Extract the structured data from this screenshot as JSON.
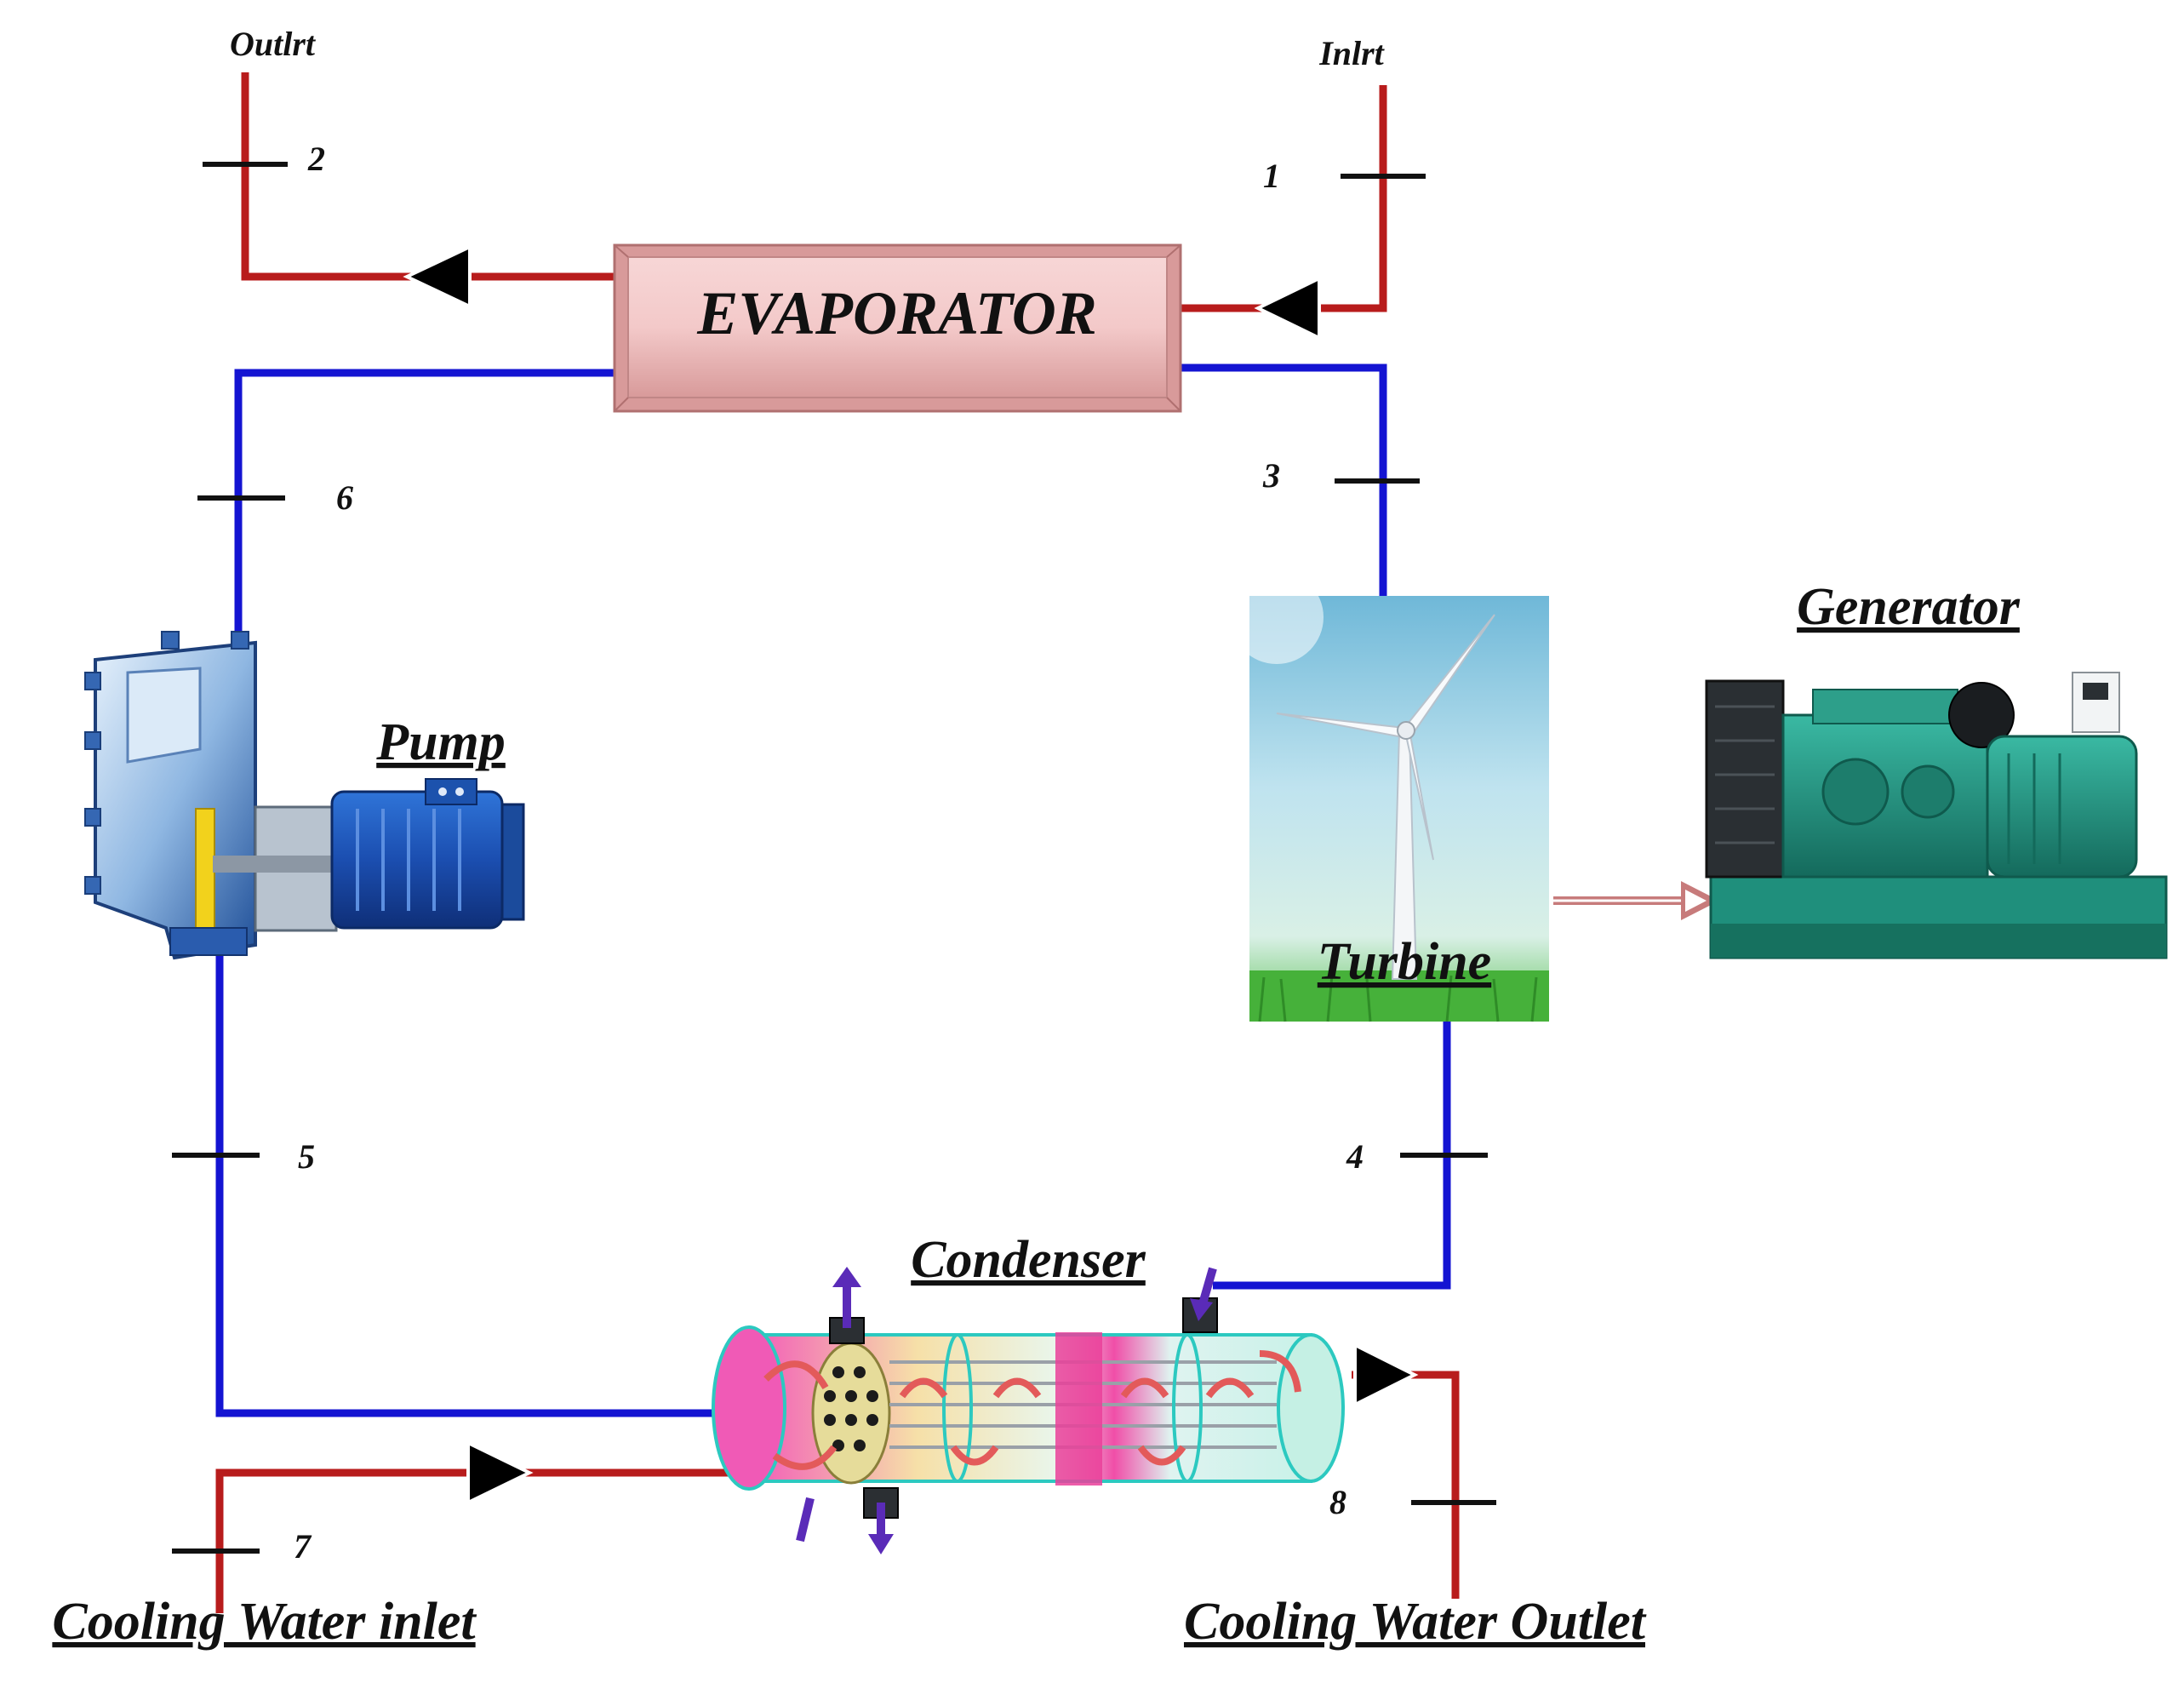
{
  "labels": {
    "outlet": "Outlrt",
    "inlet": "Inlrt",
    "evaporator": "EVAPORATOR",
    "pump": "Pump",
    "turbine": "Turbine",
    "generator": "Generator",
    "condenser": "Condenser",
    "cooling_inlet": "Cooling Water inlet",
    "cooling_outlet": "Cooling Water Outlet"
  },
  "points": {
    "p1": "1",
    "p2": "2",
    "p3": "3",
    "p4": "4",
    "p5": "5",
    "p6": "6",
    "p7": "7",
    "p8": "8"
  },
  "colors": {
    "hot_line": "#b81c1c",
    "working_fluid_line": "#1414d2",
    "evaporator_fill": "#f2c4c4",
    "generator_body": "#1f8f7c",
    "pump_body": "#1a4fa8"
  },
  "icons": {
    "pump": "centrifugal-pump-icon",
    "turbine": "wind-turbine-icon",
    "generator": "diesel-generator-icon",
    "condenser": "shell-tube-condenser-icon"
  }
}
